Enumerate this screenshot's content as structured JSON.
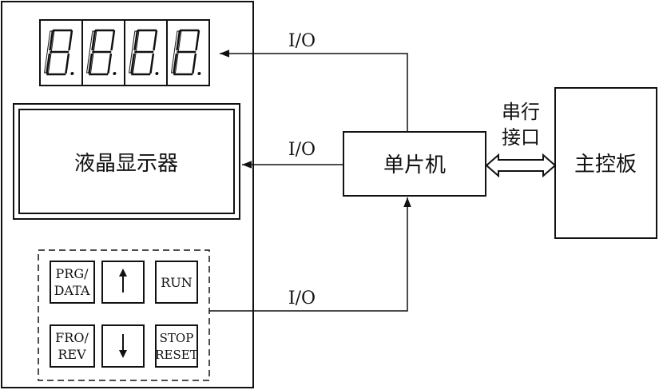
{
  "panel": {
    "lcd_label": "液晶显示器",
    "keys": [
      {
        "line1": "PRG/",
        "line2": "DATA"
      },
      {
        "symbol": "arrow-up"
      },
      {
        "line1": "RUN",
        "line2": ""
      },
      {
        "line1": "FRO/",
        "line2": "REV"
      },
      {
        "symbol": "arrow-down"
      },
      {
        "line1": "STOP",
        "line2": "RESET"
      }
    ]
  },
  "mcu": {
    "label": "单片机"
  },
  "main_board": {
    "label": "主控板"
  },
  "links": {
    "io_top": "I/O",
    "io_mid": "I/O",
    "io_bottom": "I/O",
    "serial_line1": "串行",
    "serial_line2": "接口"
  }
}
